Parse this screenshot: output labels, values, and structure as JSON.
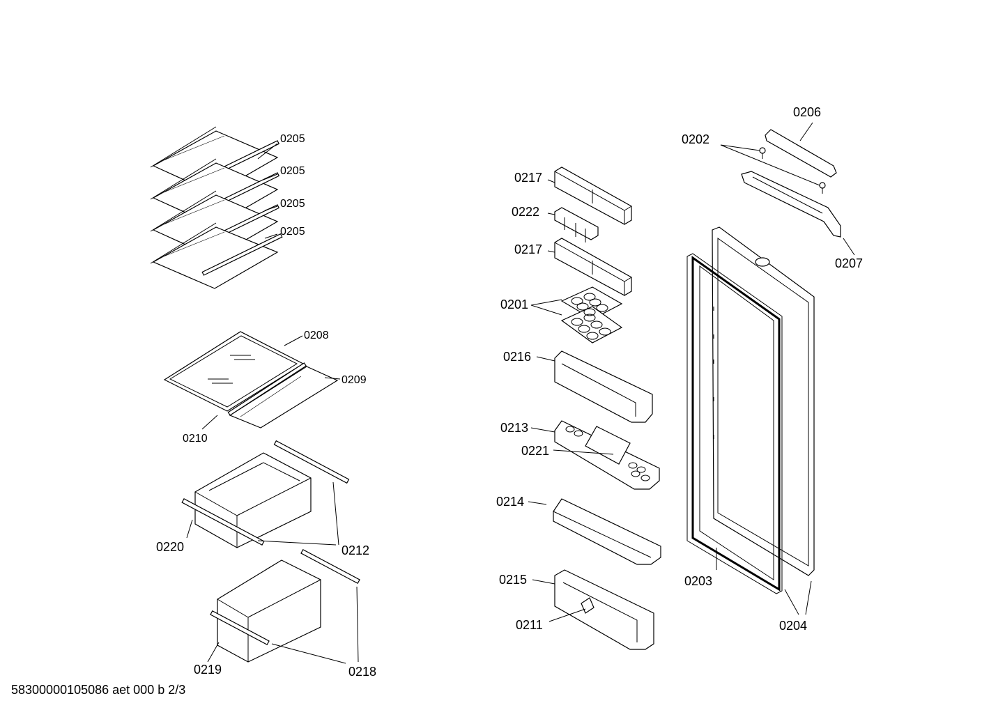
{
  "labels": {
    "l0205a": "0205",
    "l0205b": "0205",
    "l0205c": "0205",
    "l0205d": "0205",
    "l0208": "0208",
    "l0209": "0209",
    "l0210": "0210",
    "l0220": "0220",
    "l0212": "0212",
    "l0219": "0219",
    "l0218": "0218",
    "l0217a": "0217",
    "l0222": "0222",
    "l0217b": "0217",
    "l0201": "0201",
    "l0216": "0216",
    "l0213": "0213",
    "l0221": "0221",
    "l0214": "0214",
    "l0215": "0215",
    "l0211": "0211",
    "l0206": "0206",
    "l0202": "0202",
    "l0207": "0207",
    "l0203": "0203",
    "l0204": "0204"
  },
  "footer": {
    "text": "58300000105086 aet 000 b 2/3"
  }
}
